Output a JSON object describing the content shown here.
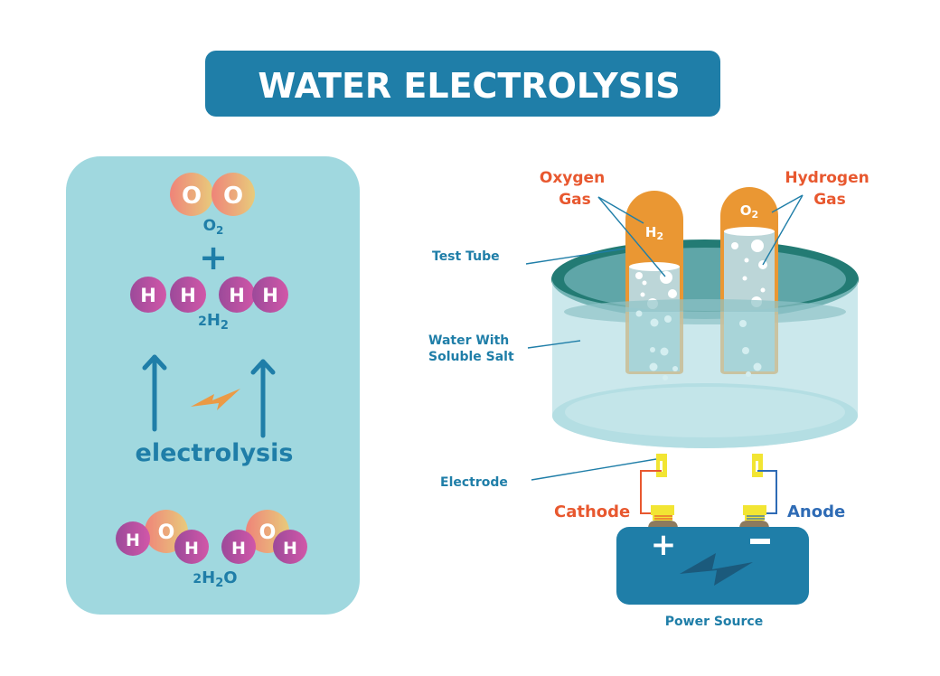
{
  "title": "WATER ELECTROLYSIS",
  "colors": {
    "primary_blue": "#1f7ea8",
    "panel_bg": "#a0d8df",
    "orange_label": "#e8582f",
    "anode_blue": "#2e6bb5",
    "tube_orange": "#ea9733",
    "oxygen_atom_start": "#ef8a7a",
    "oxygen_atom_end": "#e8c878",
    "hydrogen_atom": "#b0499b",
    "spark": "#eb9a45",
    "electrode_yellow": "#f2e533",
    "terminal_brown": "#8d7a5e",
    "battery": "#1f7ea8",
    "battery_spark": "#1b5a7c"
  },
  "equation": {
    "oxygen_atom_label": "O",
    "hydrogen_atom_label": "H",
    "o2_formula": {
      "prefix": "",
      "base": "O",
      "sub": "2",
      "suffix": ""
    },
    "plus_sign": "+",
    "h2_formula": {
      "prefix": "2",
      "base": "H",
      "sub": "2",
      "suffix": ""
    },
    "process_label": "electrolysis",
    "h2o_formula": {
      "prefix": "2",
      "base": "H",
      "sub": "2",
      "suffix": "O"
    }
  },
  "apparatus": {
    "labels": {
      "oxygen_gas": [
        "Oxygen",
        "Gas"
      ],
      "hydrogen_gas": [
        "Hydrogen",
        "Gas"
      ],
      "test_tube": "Test Tube",
      "water": [
        "Water With",
        "Soluble Salt"
      ],
      "electrode": "Electrode",
      "cathode": "Cathode",
      "anode": "Anode",
      "power_source": "Power Source"
    },
    "tube_left_gas": {
      "base": "H",
      "sub": "2"
    },
    "tube_right_gas": {
      "base": "O",
      "sub": "2"
    },
    "battery_plus": "+",
    "battery_minus": "−"
  }
}
